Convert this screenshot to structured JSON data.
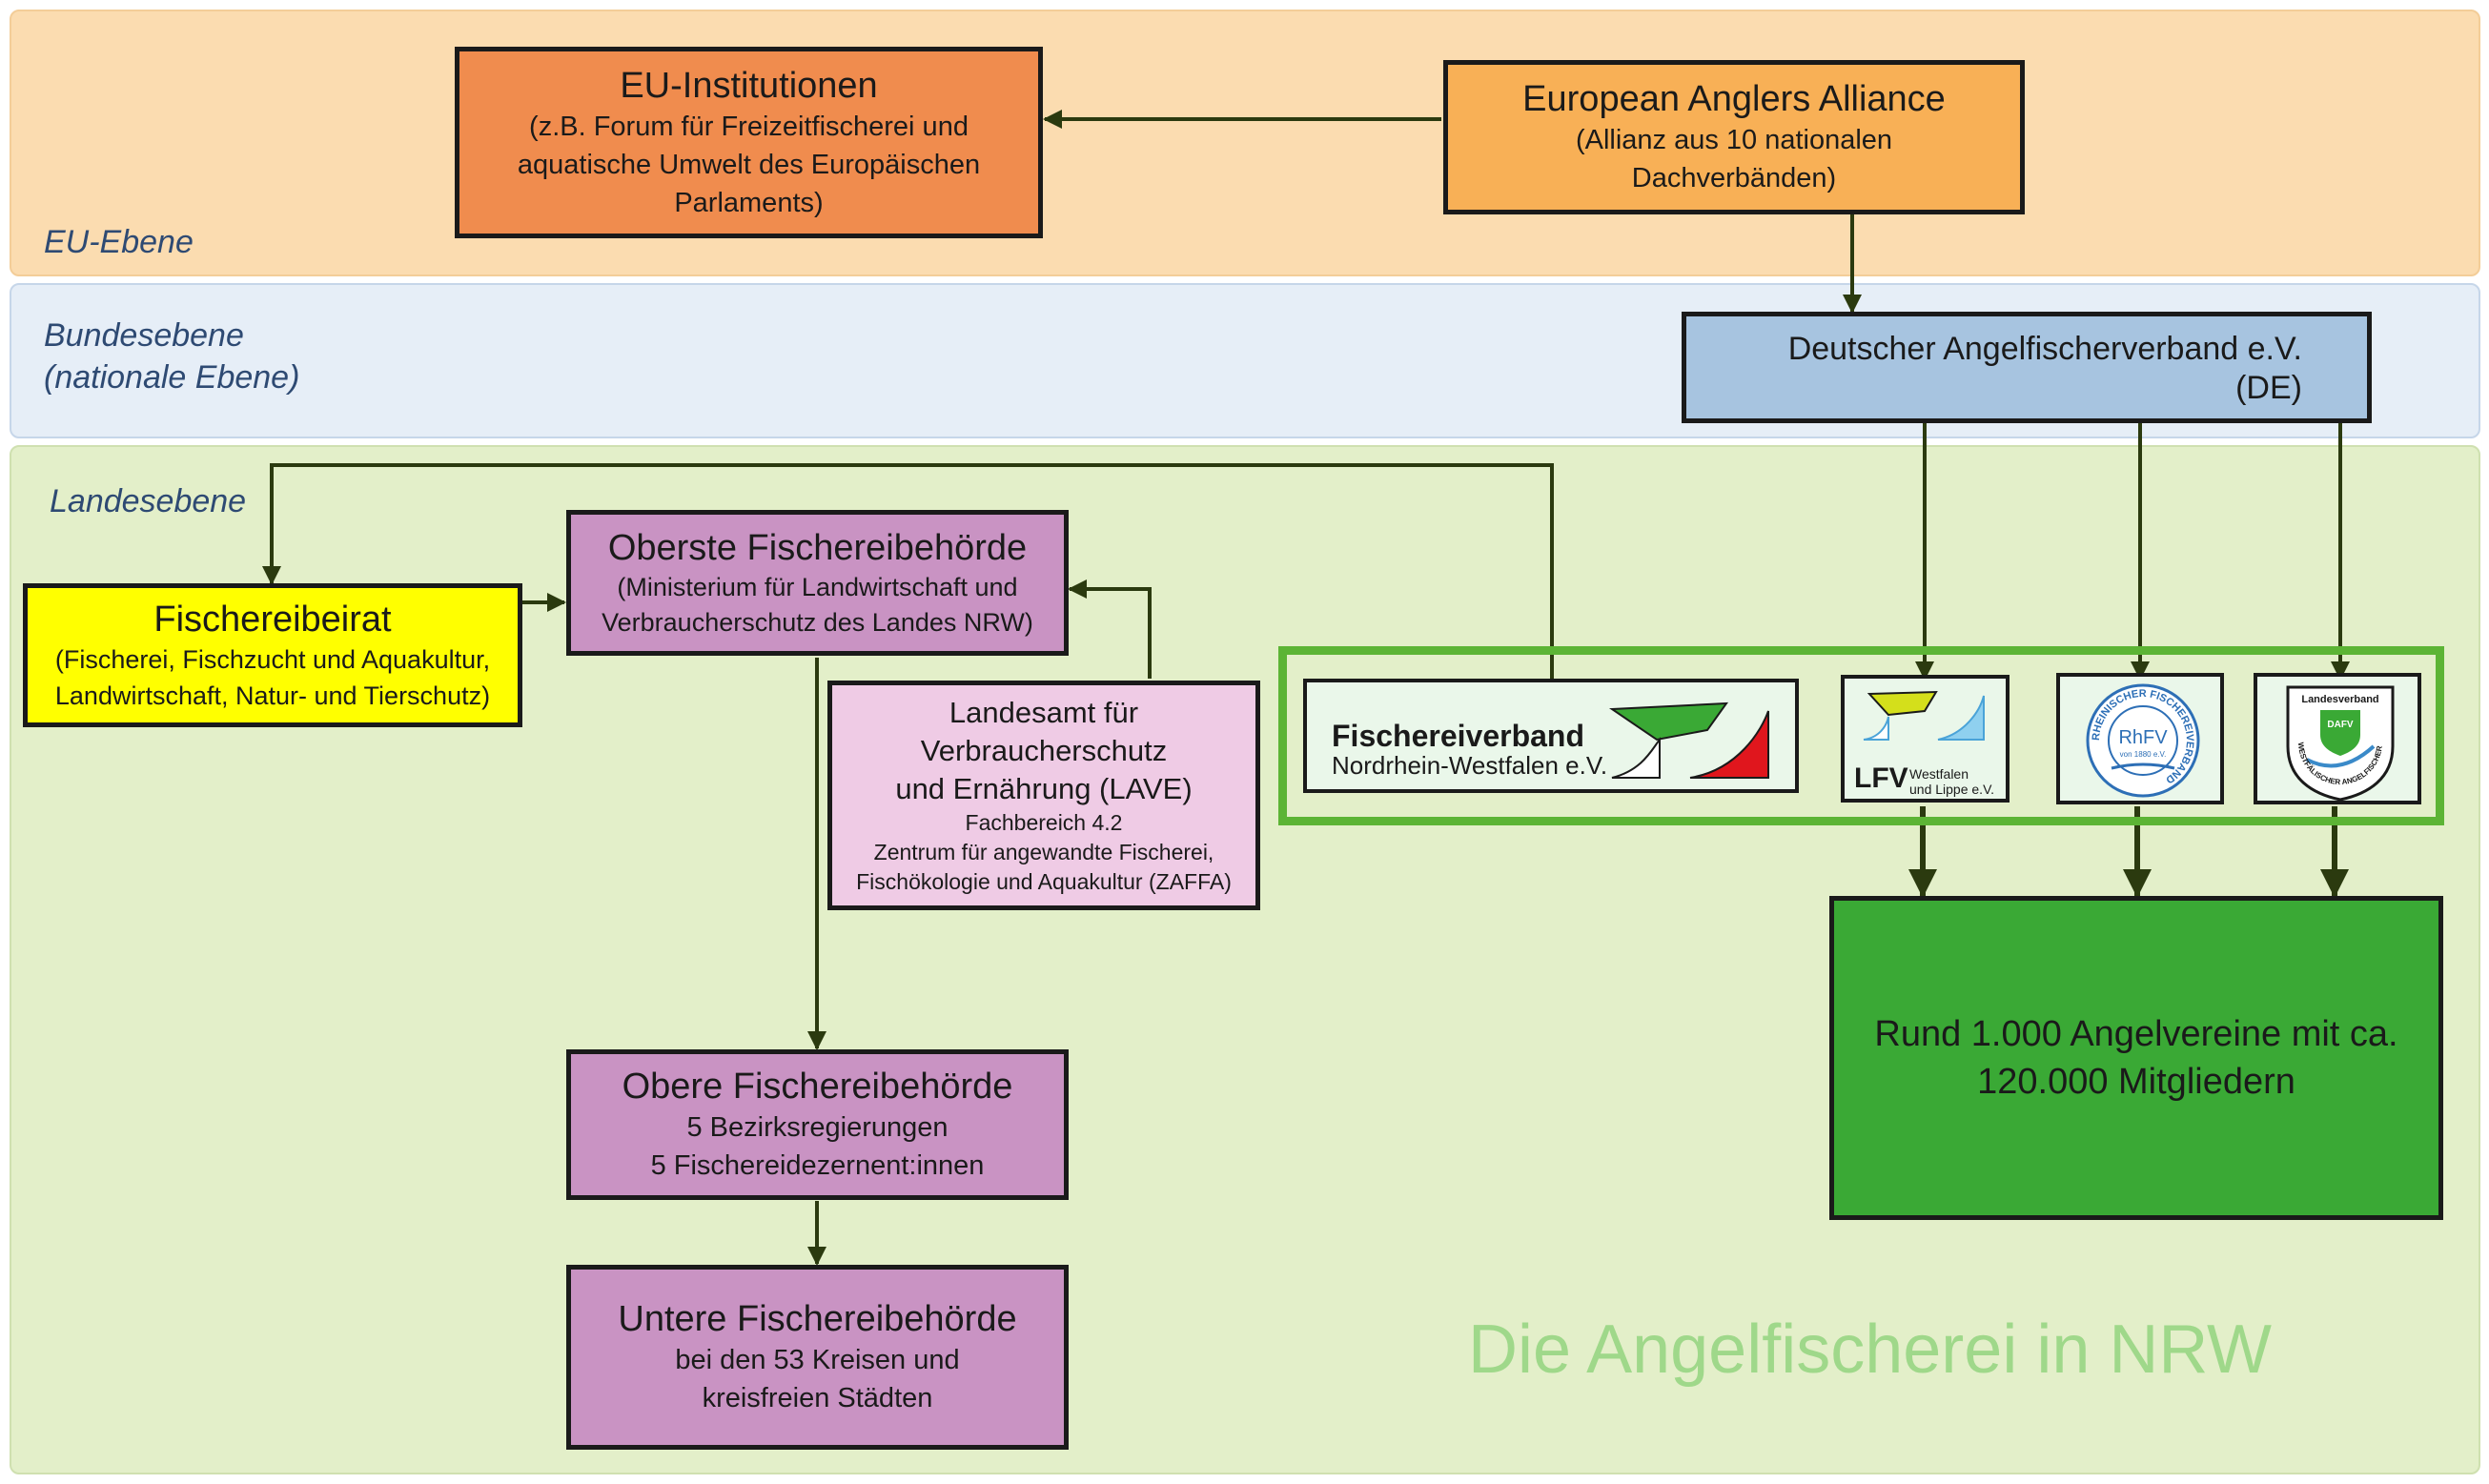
{
  "bands": {
    "eu": "EU-Ebene",
    "bund": "Bundesebene\n(nationale Ebene)",
    "land": "Landesebene"
  },
  "boxes": {
    "eu_inst": {
      "title": "EU-Institutionen",
      "sub": "(z.B.  Forum für Freizeitfischerei und\naquatische Umwelt des Europäischen\nParlaments)"
    },
    "eaa": {
      "title": "European Anglers Alliance",
      "sub": "(Allianz aus 10 nationalen\nDachverbänden)"
    },
    "dafv": {
      "title": "Deutscher Angelfischerverband e.V.",
      "sub": "(DE)"
    },
    "beirat": {
      "title": "Fischereibeirat",
      "sub": "(Fischerei,  Fischzucht und Aquakultur,\nLandwirtschaft, Natur- und Tierschutz)"
    },
    "oberste": {
      "title": "Oberste Fischereibehörde",
      "sub": "(Ministerium für Landwirtschaft und\nVerbraucherschutz des Landes NRW)"
    },
    "lave": {
      "title": "Landesamt für\nVerbraucherschutz\nund Ernährung (LAVE)",
      "sub": "Fachbereich 4.2\nZentrum für angewandte Fischerei,\nFischökologie und Aquakultur (ZAFFA)"
    },
    "obere": {
      "title": "Obere Fischereibehörde",
      "sub": "5 Bezirksregierungen\n5 Fischereidezernent:innen"
    },
    "untere": {
      "title": "Untere Fischereibehörde",
      "sub": "bei den 53 Kreisen und\nkreisfreien Städten"
    },
    "vereine": {
      "text": "Rund 1.000 Angelvereine mit ca.\n120.000 Mitgliedern"
    }
  },
  "logos": {
    "fv_nrw": {
      "line1": "Fischereiverband",
      "line2": "Nordrhein-Westfalen e.V."
    },
    "lfv": {
      "abbr": "LFV",
      "line1": "Westfalen",
      "line2": "und Lippe e.V."
    },
    "rhfv": {
      "abbr": "RhFV",
      "ring": "RHEINISCHER FISCHEREIVERBAND",
      "since": "von 1880 e.V."
    },
    "lv": {
      "top": "Landesverband",
      "abbr": "DAFV",
      "ring": "WESTFÄLISCHER ANGELFISCHER e.V."
    }
  },
  "watermark": "Die Angelfischerei in NRW",
  "colors": {
    "eu_band": "#fbdcb0",
    "bund_band": "#e6eef7",
    "land_band": "#e3efc9",
    "eu_inst": "#f08c4e",
    "eaa": "#f8b056",
    "dafv": "#a7c4e0",
    "beirat": "#ffff00",
    "behoerde": "#c993c3",
    "lave": "#efcbe5",
    "vereine": "#3aa935",
    "logo_frame": "#5cb435",
    "watermark": "#9fd88a"
  }
}
